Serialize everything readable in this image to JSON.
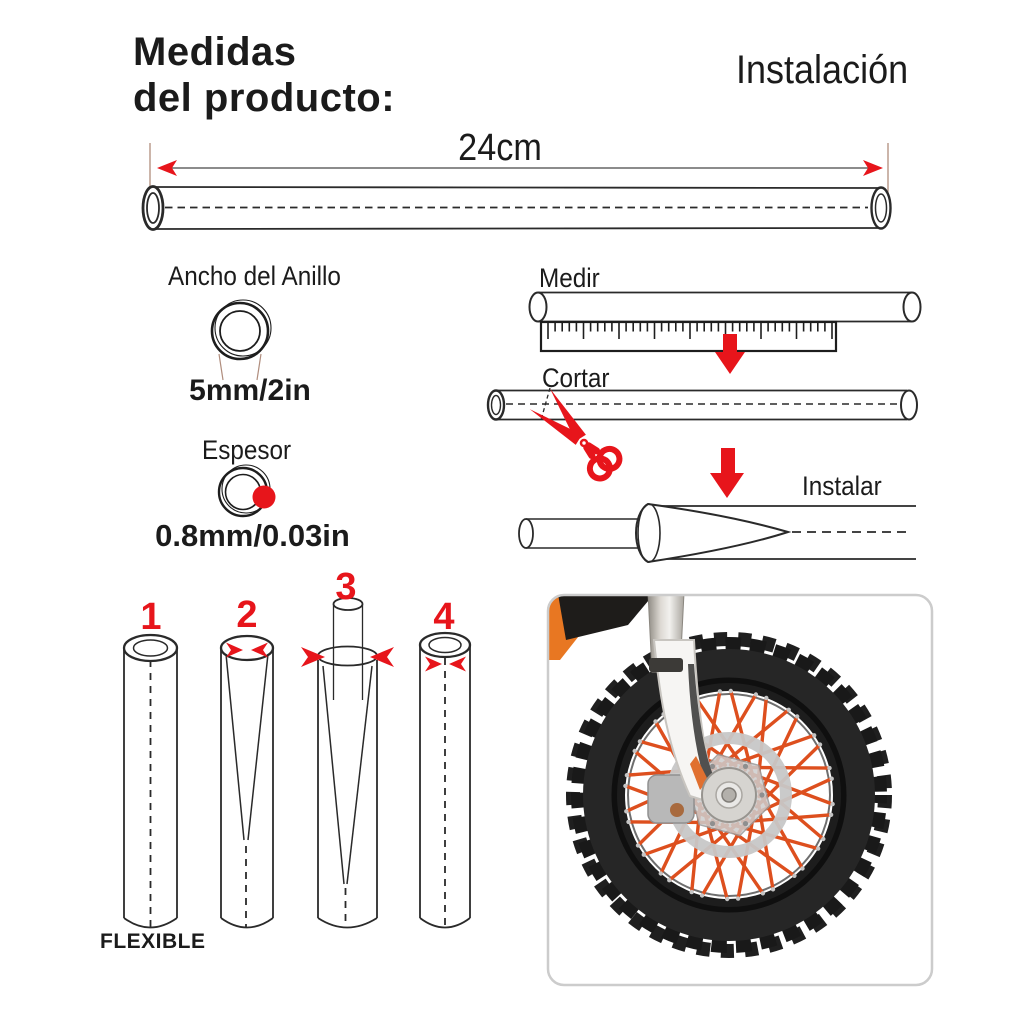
{
  "header": {
    "title": "Medidas\ndel producto:",
    "right_title": "Instalación"
  },
  "product": {
    "length": "24cm",
    "ring_width_label": "Ancho del Anillo",
    "ring_width_value": "5mm/2in",
    "thickness_label": "Espesor",
    "thickness_value": "0.8mm/0.03in",
    "flexible_note": "FLEXIBLE",
    "variant_numbers": [
      "1",
      "2",
      "3",
      "4"
    ]
  },
  "steps": [
    {
      "label": "Medir",
      "icon": "ruler-icon"
    },
    {
      "label": "Cortar",
      "icon": "scissors-icon"
    },
    {
      "label": "Instalar",
      "icon": "install-cone-icon"
    }
  ],
  "colors": {
    "accent_red": "#e7151b",
    "spoke_orange": "#dd4f1e",
    "line_dark": "#222222",
    "leader_line": "#b08d7d",
    "box_border": "#cccccc",
    "text": "#1b1b1b"
  }
}
